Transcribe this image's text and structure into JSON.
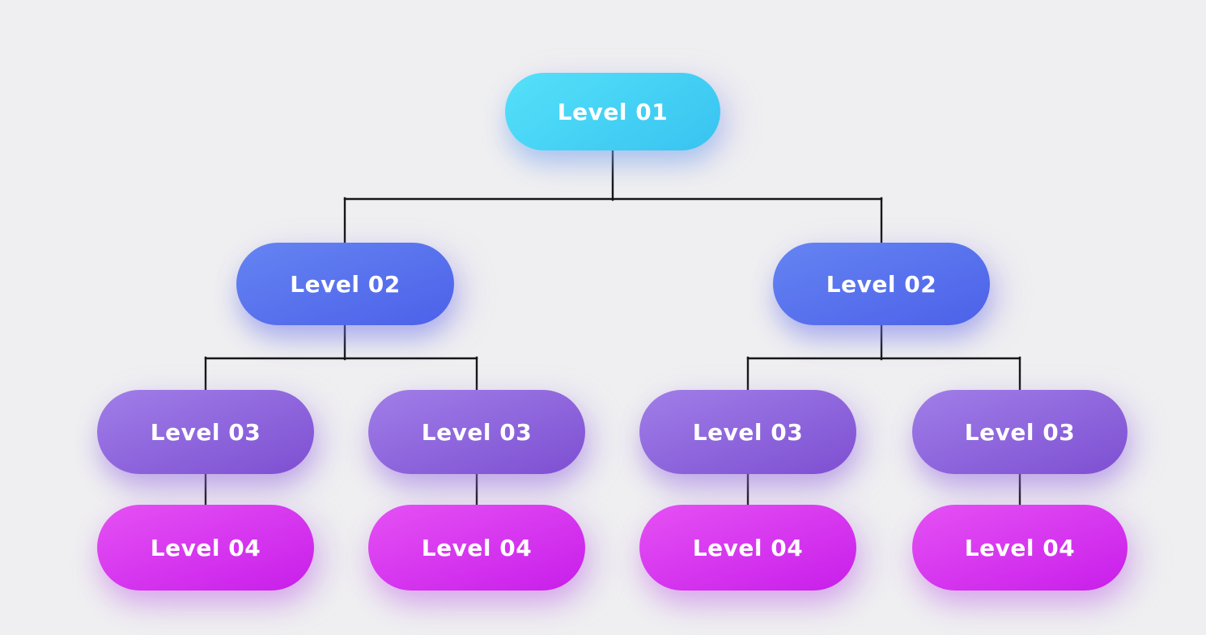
{
  "nodes": [
    {
      "label": "Level 01",
      "level": 1,
      "parent": null
    },
    {
      "label": "Level 02",
      "level": 2,
      "parent": 0
    },
    {
      "label": "Level 02",
      "level": 2,
      "parent": 0
    },
    {
      "label": "Level 03",
      "level": 3,
      "parent": 1
    },
    {
      "label": "Level 03",
      "level": 3,
      "parent": 1
    },
    {
      "label": "Level 03",
      "level": 3,
      "parent": 2
    },
    {
      "label": "Level 03",
      "level": 3,
      "parent": 2
    },
    {
      "label": "Level 04",
      "level": 4,
      "parent": 3
    },
    {
      "label": "Level 04",
      "level": 4,
      "parent": 4
    },
    {
      "label": "Level 04",
      "level": 4,
      "parent": 5
    },
    {
      "label": "Level 04",
      "level": 4,
      "parent": 6
    }
  ],
  "colors": {
    "background": "#efeff1",
    "connector": "#161616",
    "text": "#ffffff",
    "level1_from": "#55e1f9",
    "level1_to": "#37c3f0",
    "level2_from": "#6584f2",
    "level2_to": "#4c61e9",
    "level3_from": "#a07ee8",
    "level3_to": "#7e4fd2",
    "level4_from": "#e551f4",
    "level4_to": "#c81eea"
  }
}
